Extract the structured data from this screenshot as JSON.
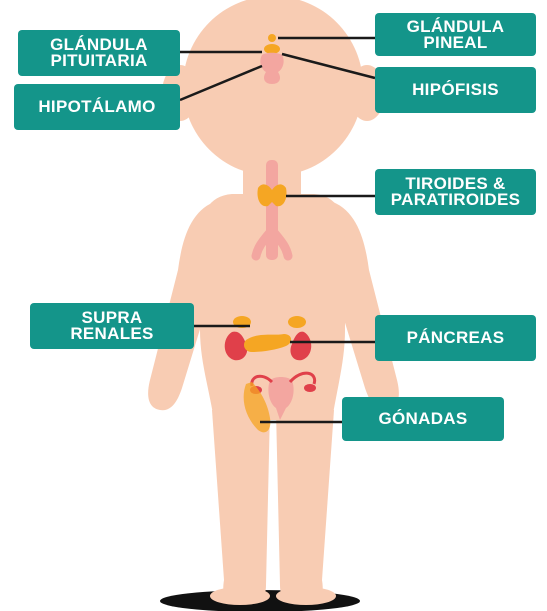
{
  "colors": {
    "label_bg": "#14958a",
    "label_text": "#ffffff",
    "skin": "#f8ccb3",
    "connector": "#1a1a1a",
    "gland_yellow": "#f5a623",
    "gland_pink": "#f3a6a0",
    "kidney_red": "#e0404a",
    "ground_shadow": "#111111"
  },
  "labels": {
    "pituitaria": [
      "GLÁNDULA",
      "PITUITARIA"
    ],
    "hipotalamo": [
      "HIPOTÁLAMO"
    ],
    "pineal": [
      "GLÁNDULA",
      "PINEAL"
    ],
    "hipofisis": [
      "HIPÓFISIS"
    ],
    "tiroides": [
      "TIROIDES &",
      "PARATIROIDES"
    ],
    "suprarrenales": [
      "SUPRA",
      "RENALES"
    ],
    "pancreas": [
      "PÁNCREAS"
    ],
    "gonadas": [
      "GÓNADAS"
    ]
  }
}
